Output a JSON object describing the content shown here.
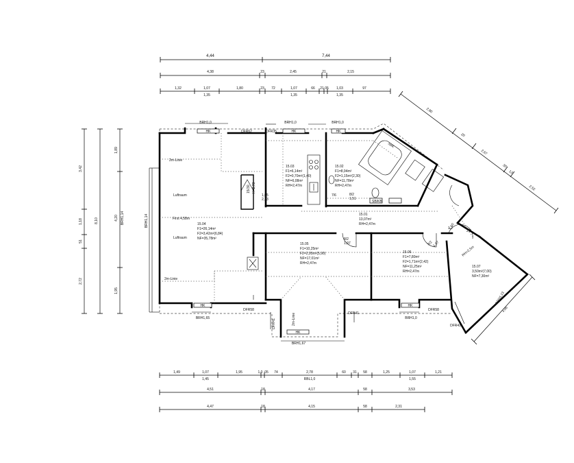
{
  "dims": {
    "top1": [
      "4,44",
      "7,44"
    ],
    "top2": [
      "4,38",
      "23",
      "2,45",
      "21",
      "2,15"
    ],
    "top3": [
      "1,32",
      "1,07",
      "1,80",
      "23",
      "72",
      "1,07",
      "66",
      "21",
      "05",
      "1,03",
      "97"
    ],
    "top3_sub": [
      "1,35",
      "1,35",
      "1,35"
    ],
    "left1": [
      "3,42",
      "1,18",
      "51",
      "2,72"
    ],
    "left2": [
      "8,10"
    ],
    "left3": [
      "1,89",
      "4,20",
      "BRH1,14",
      "1,95"
    ],
    "diag": [
      "2,80",
      "20",
      "2,67",
      "30",
      "13",
      "2,52"
    ],
    "bot1": [
      "1,49",
      "1,07",
      "1,95",
      "1,0",
      "05",
      "74",
      "2,78",
      "60",
      "31",
      "58",
      "1,25",
      "1,07",
      "1,21"
    ],
    "bot1_sub": [
      "1,45",
      "RBL1,0",
      "1,55"
    ],
    "bot2": [
      "4,51",
      "18",
      "4,17",
      "58",
      "3,53"
    ],
    "bot3": [
      "4,47",
      "18",
      "4,15",
      "58",
      "2,31"
    ],
    "right_vert": [
      "3,06"
    ]
  },
  "rooms": {
    "r03": [
      "15.03",
      "F1=6,14m²",
      "F2=0,70m²(1,40)",
      "NF=6,08m²",
      "RH=2,47m"
    ],
    "r02": [
      "15.02",
      "F1=8,94m²",
      "F2=1,15m²(2,30)",
      "NF=11,78m²",
      "RH=2,47m"
    ],
    "r04": [
      "15.04",
      "F1=26,14m²",
      "F2=3,42m²(6,84)",
      "NF=35,78m²"
    ],
    "r01": [
      "15.01",
      "13,07m²",
      "RH=2,47m"
    ],
    "r05": [
      "15.05",
      "F1=10,25m²",
      "F2=2,95m²(5,90)",
      "NF=17,01m²",
      "RH=2,47m"
    ],
    "r06": [
      "15.06",
      "F1=7,80m²",
      "F2=1,71m²(2,42)",
      "NF=11,25m²",
      "RH=2,47m"
    ],
    "r07": [
      "15.07",
      "3,50m²(7,00)",
      "NF=7,30m²"
    ]
  },
  "labels": {
    "zweimlinie": "2m-Linie",
    "luftraum": "Luftraum",
    "firstline": "First 4,58m",
    "hk": "HK",
    "brh": [
      "BRH1,0",
      "BRH1,0",
      "BRH1,0",
      "BRH1,14",
      "BRH1,65",
      "BRH1,67",
      "BRH1,0",
      "BRH1,13"
    ],
    "dfr": [
      "DFR62",
      "DFR35",
      "DFR58",
      "DFR41",
      "DFR41",
      "DFR58",
      "DFR41"
    ],
    "stair": [
      "15/30",
      "H=2,73"
    ],
    "misc": [
      "1,65",
      "2,13",
      "7/6",
      "8/2",
      "1,51",
      "8/2",
      "1,97",
      "8/2",
      "1,97",
      "1,50",
      "RH=2,5m",
      "1,2",
      "2,2"
    ],
    "shower": "SBK",
    "washer": "SB/KB"
  }
}
